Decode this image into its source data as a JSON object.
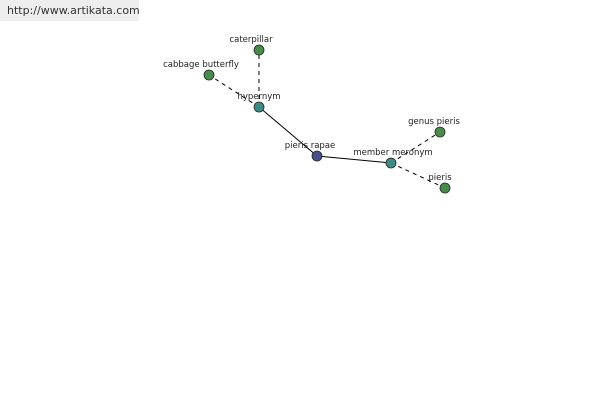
{
  "watermark": {
    "url": "http://www.artikata.com"
  },
  "colors": {
    "root_node": "#4a4f8c",
    "relation_node": "#3f8a86",
    "leaf_node": "#4a8a4a",
    "edge": "#000000"
  },
  "nodes": [
    {
      "id": "pieris_rapae",
      "label": "pieris rapae",
      "kind": "root"
    },
    {
      "id": "hypernym",
      "label": "hypernym",
      "kind": "relation"
    },
    {
      "id": "member_meronym",
      "label": "member meronym",
      "kind": "relation"
    },
    {
      "id": "caterpillar",
      "label": "caterpillar",
      "kind": "leaf"
    },
    {
      "id": "cabbage_butterfly",
      "label": "cabbage butterfly",
      "kind": "leaf"
    },
    {
      "id": "genus_pieris",
      "label": "genus pieris",
      "kind": "leaf"
    },
    {
      "id": "pieris",
      "label": "pieris",
      "kind": "leaf"
    }
  ],
  "edges": [
    {
      "from": "pieris_rapae",
      "to": "hypernym",
      "style": "solid"
    },
    {
      "from": "pieris_rapae",
      "to": "member_meronym",
      "style": "solid"
    },
    {
      "from": "hypernym",
      "to": "caterpillar",
      "style": "dashed"
    },
    {
      "from": "hypernym",
      "to": "cabbage_butterfly",
      "style": "dashed"
    },
    {
      "from": "member_meronym",
      "to": "genus_pieris",
      "style": "dashed"
    },
    {
      "from": "member_meronym",
      "to": "pieris",
      "style": "dashed"
    }
  ]
}
